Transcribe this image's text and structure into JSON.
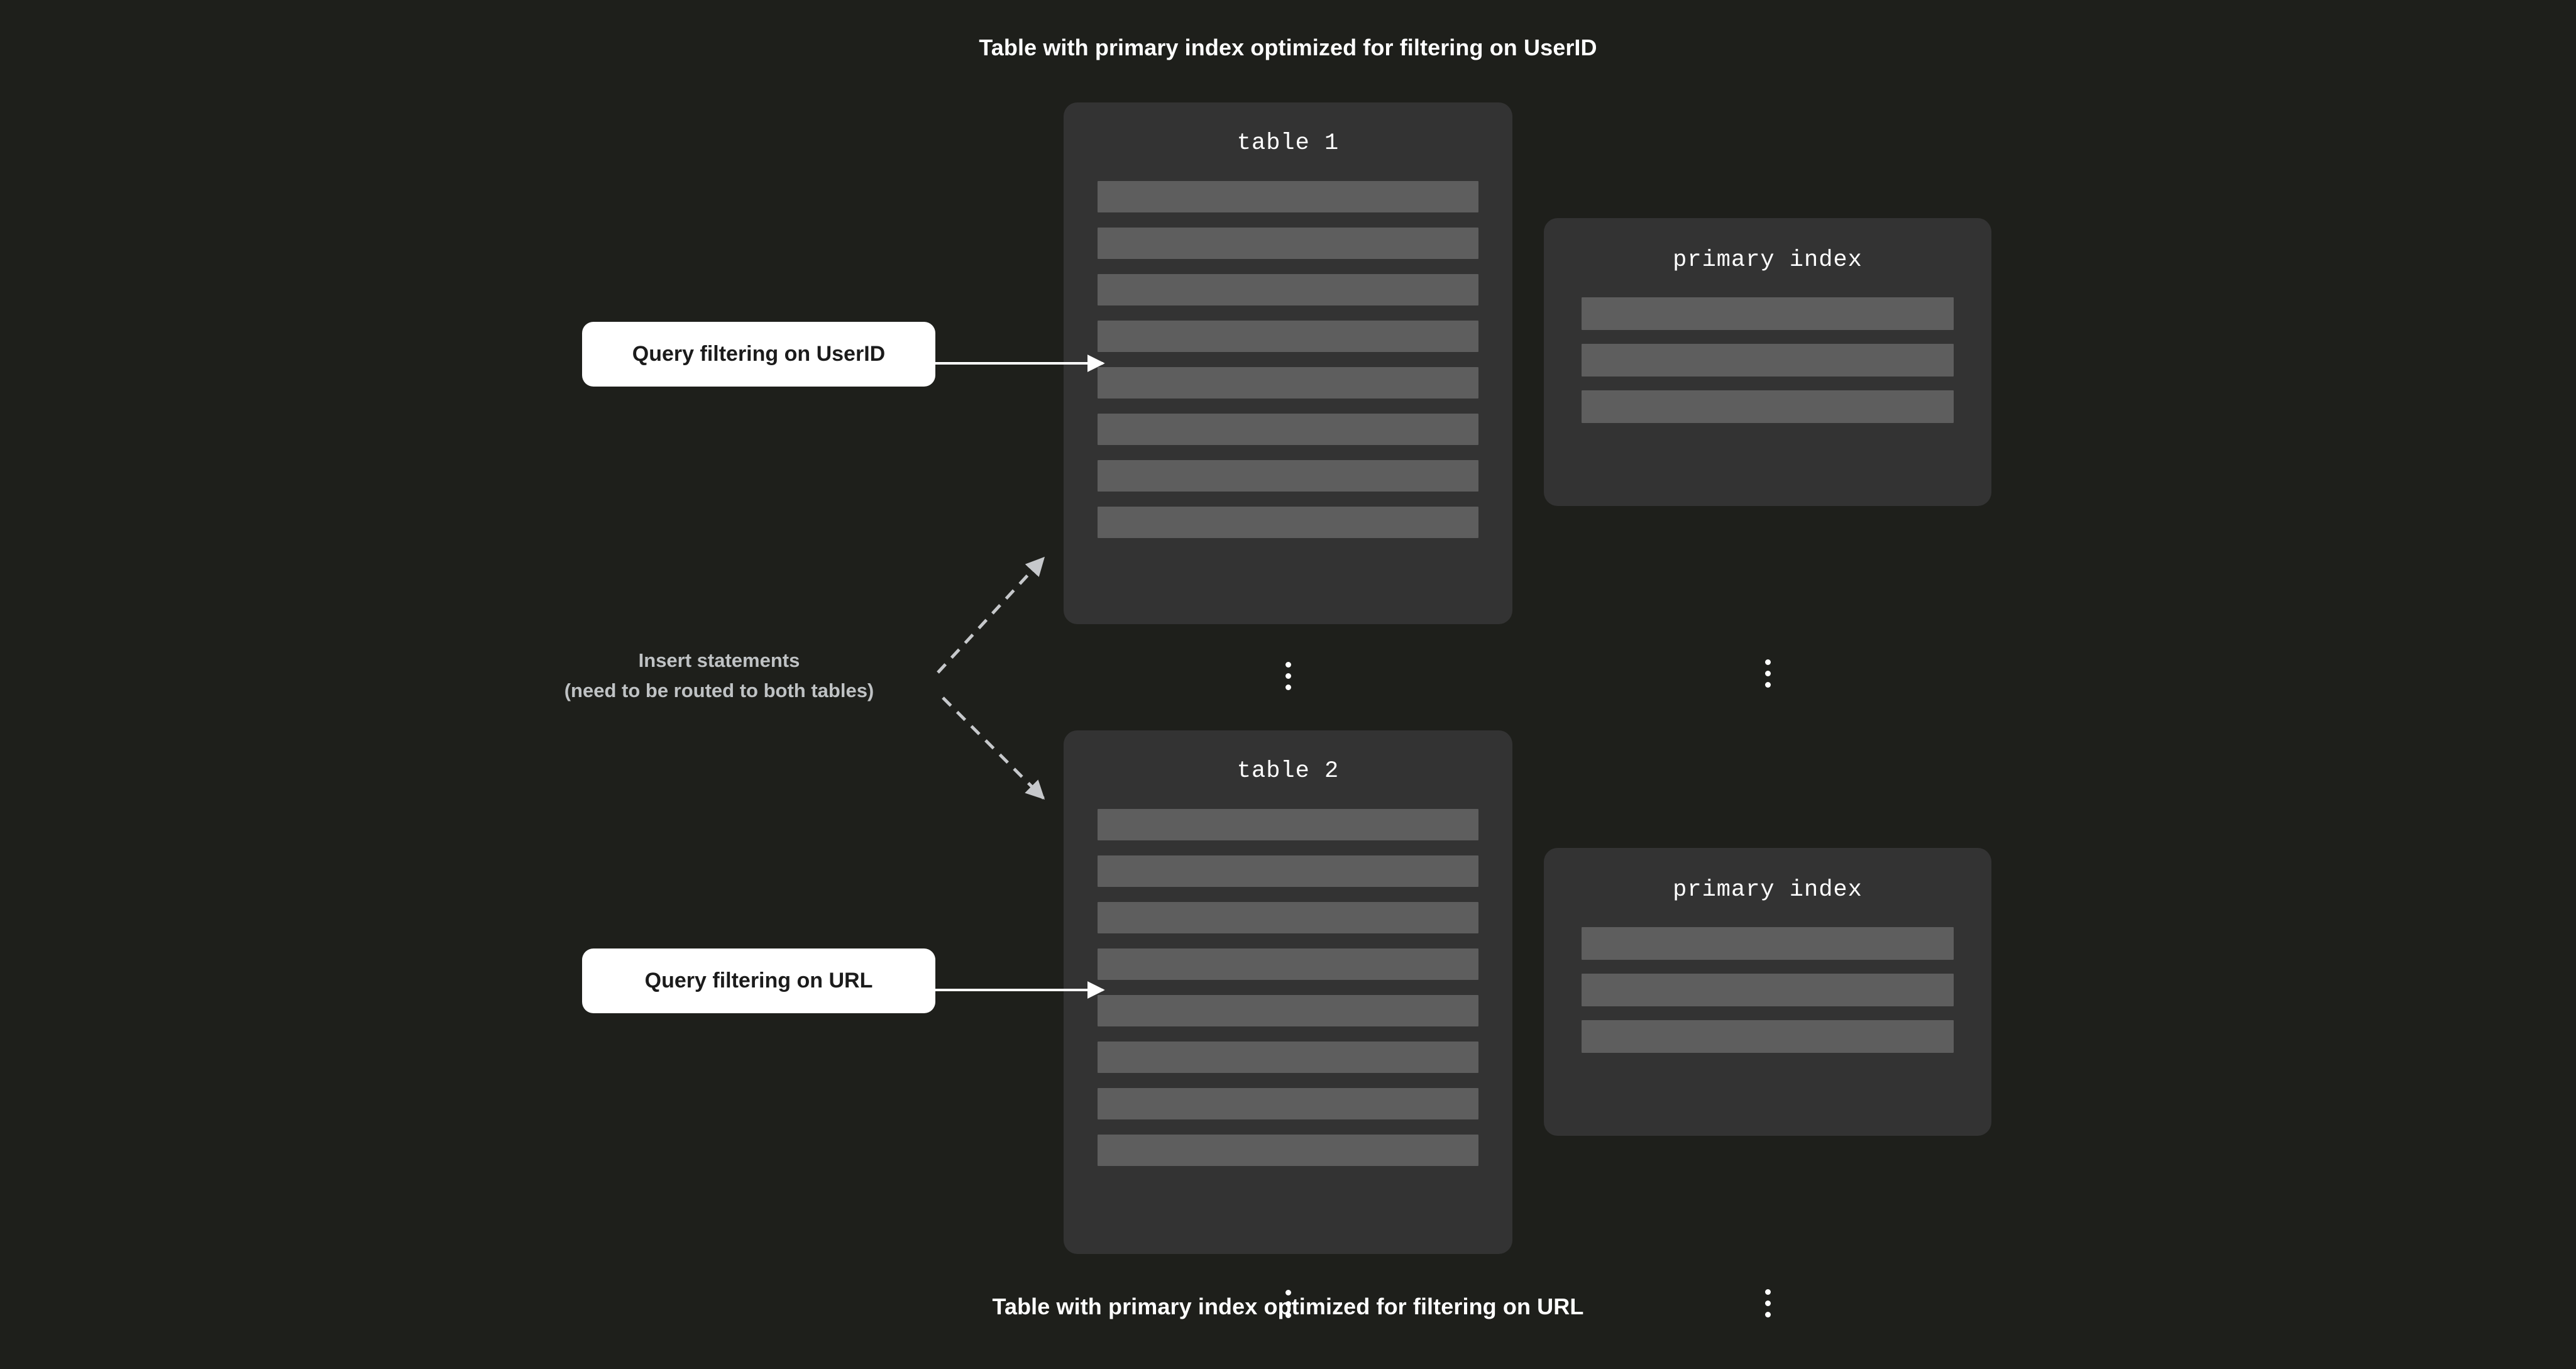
{
  "captions": {
    "top": "Table with primary index optimized for filtering on UserID",
    "bottom": "Table with primary index optimized for filtering on URL"
  },
  "tables": [
    {
      "id": "table-1",
      "title": "table 1",
      "row_count": 8,
      "ellipsis": "⋮",
      "index": {
        "id": "primary-index-1",
        "title": "primary index",
        "row_count": 3,
        "ellipsis": "⋮"
      }
    },
    {
      "id": "table-2",
      "title": "table 2",
      "row_count": 8,
      "ellipsis": "⋮",
      "index": {
        "id": "primary-index-2",
        "title": "primary index",
        "row_count": 3,
        "ellipsis": "⋮"
      }
    }
  ],
  "queries": [
    {
      "id": "query-userid",
      "label": "Query filtering on UserID",
      "target": "table 1"
    },
    {
      "id": "query-url",
      "label": "Query filtering on URL",
      "target": "table 2"
    }
  ],
  "insert_note": {
    "line1": "Insert statements",
    "line2": "(need to be routed to both tables)"
  },
  "colors": {
    "background": "#1e1f1b",
    "box": "#333333",
    "row_bar": "#5e5e5e",
    "query_box": "#ffffff",
    "query_text": "#1b1b1b",
    "caption_text": "#ffffff",
    "note_text": "#bfc2c4",
    "solid_arrow": "#ffffff",
    "dashed_arrow": "#c6c8cb"
  }
}
